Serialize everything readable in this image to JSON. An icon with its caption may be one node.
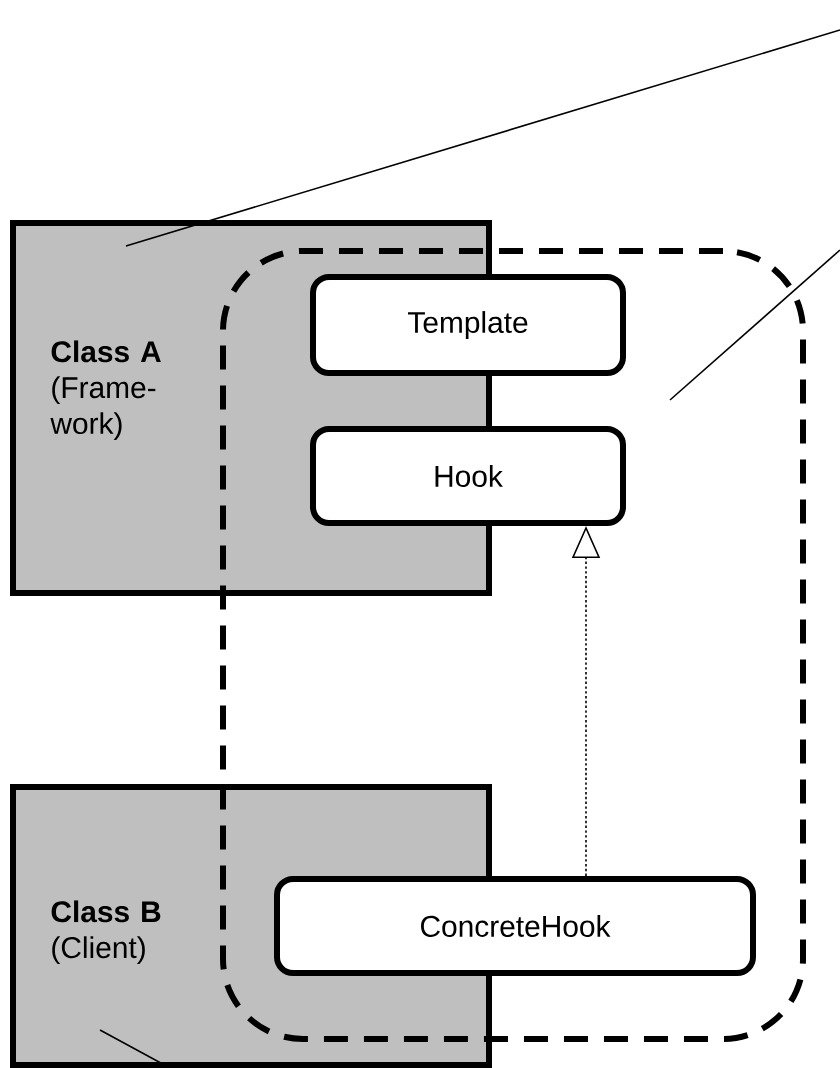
{
  "diagram": {
    "nodes": [
      {
        "text": [
          "Class A",
          "(Frame-work)"
        ]
      },
      {
        "text": [
          "Class B",
          "(Client)"
        ]
      },
      {
        "text": [],
        "shape": "box"
      },
      {
        "text": [
          "Template"
        ],
        "in": 2
      },
      {
        "text": [
          "Hook"
        ],
        "in": 2
      },
      {
        "text": [
          "ConcreteHook"
        ],
        "in": 2
      }
    ],
    "edges": [
      {
        "from": 5,
        "to": 4,
        "arrow": "to",
        "style": "dashed"
      },
      {
        "from": null,
        "to": 0,
        "arrow": "none"
      },
      {
        "from": null,
        "to": 2,
        "arrow": "none"
      },
      {
        "from": null,
        "to": 1,
        "arrow": "none"
      }
    ]
  }
}
